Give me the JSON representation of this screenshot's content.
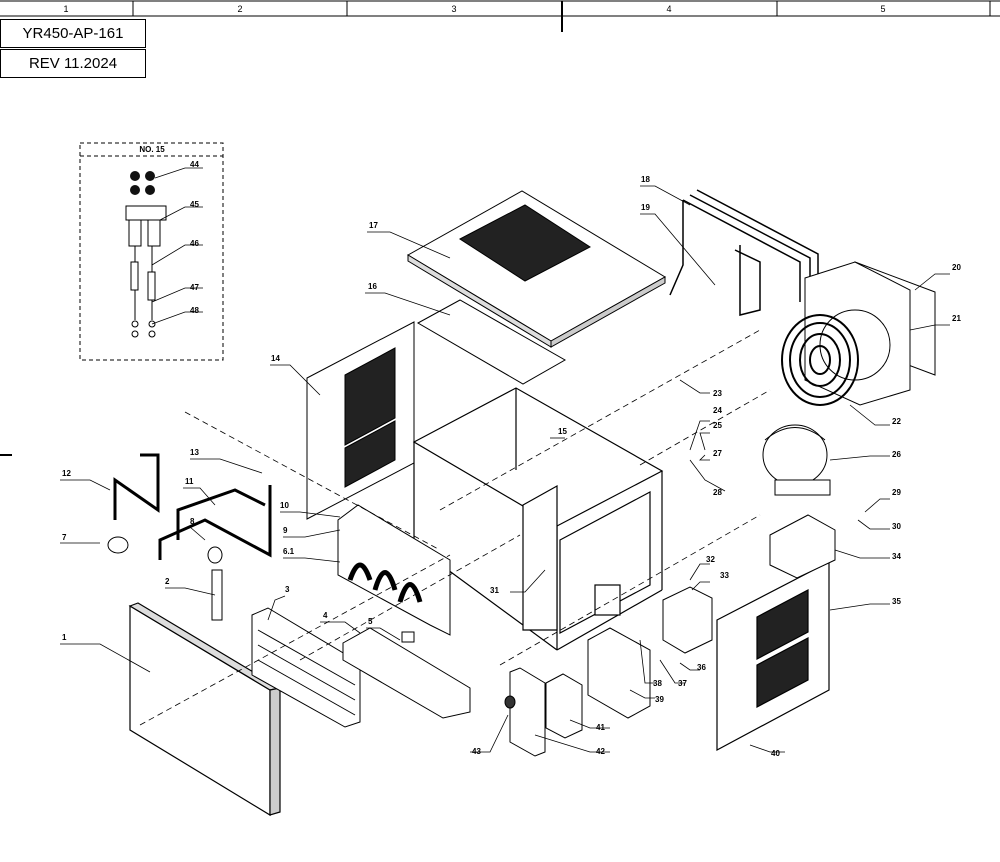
{
  "zones": [
    "1",
    "2",
    "3",
    "4",
    "5"
  ],
  "title_block": {
    "code": "YR450-AP-161",
    "revision": "REV 11.2024"
  },
  "inset": {
    "title": "NO. 15"
  },
  "parts": [
    "1",
    "2",
    "3",
    "4",
    "5",
    "6.1",
    "7",
    "8",
    "9",
    "10",
    "11",
    "12",
    "13",
    "14",
    "15",
    "16",
    "17",
    "18",
    "19",
    "20",
    "21",
    "22",
    "23",
    "24",
    "25",
    "26",
    "27",
    "28",
    "29",
    "30",
    "31",
    "32",
    "33",
    "34",
    "35",
    "36",
    "37",
    "38",
    "39",
    "40",
    "41",
    "42",
    "43",
    "44",
    "45",
    "46",
    "47",
    "48"
  ]
}
